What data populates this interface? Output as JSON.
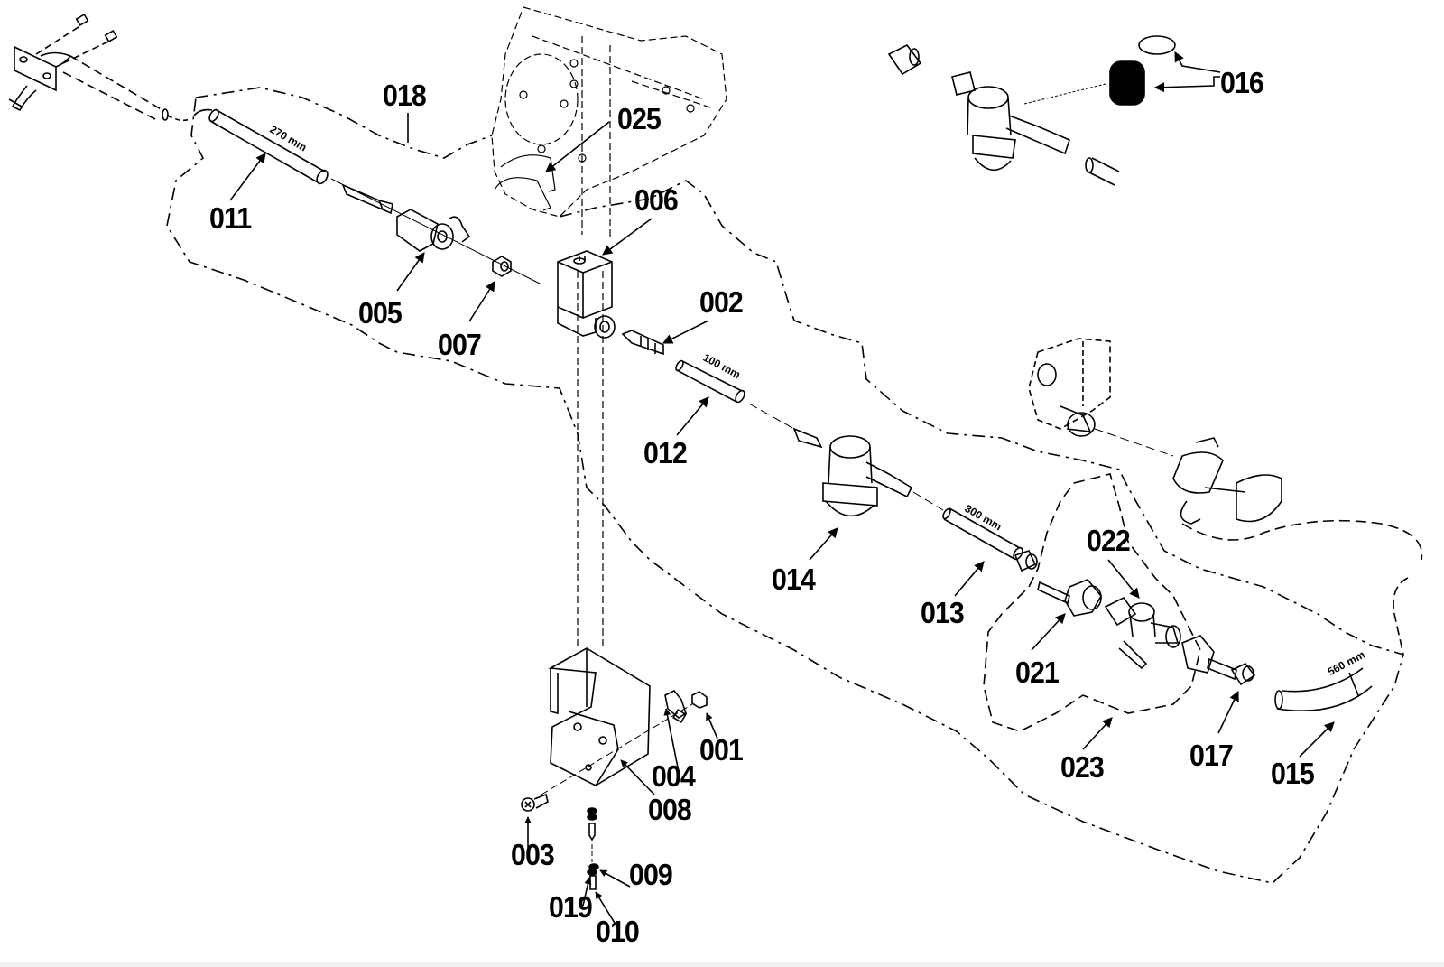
{
  "diagram": {
    "type": "exploded parts diagram",
    "colors": {
      "ink": "#000000",
      "background": "#ffffff"
    },
    "callouts": [
      {
        "id": "001",
        "label": "001"
      },
      {
        "id": "002",
        "label": "002"
      },
      {
        "id": "003",
        "label": "003"
      },
      {
        "id": "004",
        "label": "004"
      },
      {
        "id": "005",
        "label": "005"
      },
      {
        "id": "006",
        "label": "006"
      },
      {
        "id": "007",
        "label": "007"
      },
      {
        "id": "008",
        "label": "008"
      },
      {
        "id": "009",
        "label": "009"
      },
      {
        "id": "010",
        "label": "010"
      },
      {
        "id": "011",
        "label": "011"
      },
      {
        "id": "012",
        "label": "012"
      },
      {
        "id": "013",
        "label": "013"
      },
      {
        "id": "014",
        "label": "014"
      },
      {
        "id": "015",
        "label": "015"
      },
      {
        "id": "016",
        "label": "016"
      },
      {
        "id": "017",
        "label": "017"
      },
      {
        "id": "018",
        "label": "018"
      },
      {
        "id": "019",
        "label": "019"
      },
      {
        "id": "021",
        "label": "021"
      },
      {
        "id": "022",
        "label": "022"
      },
      {
        "id": "023",
        "label": "023"
      },
      {
        "id": "025",
        "label": "025"
      }
    ],
    "dimensions": {
      "hose_011": "270 mm",
      "hose_012": "100 mm",
      "hose_013": "300 mm",
      "hose_015": "560 mm"
    }
  }
}
